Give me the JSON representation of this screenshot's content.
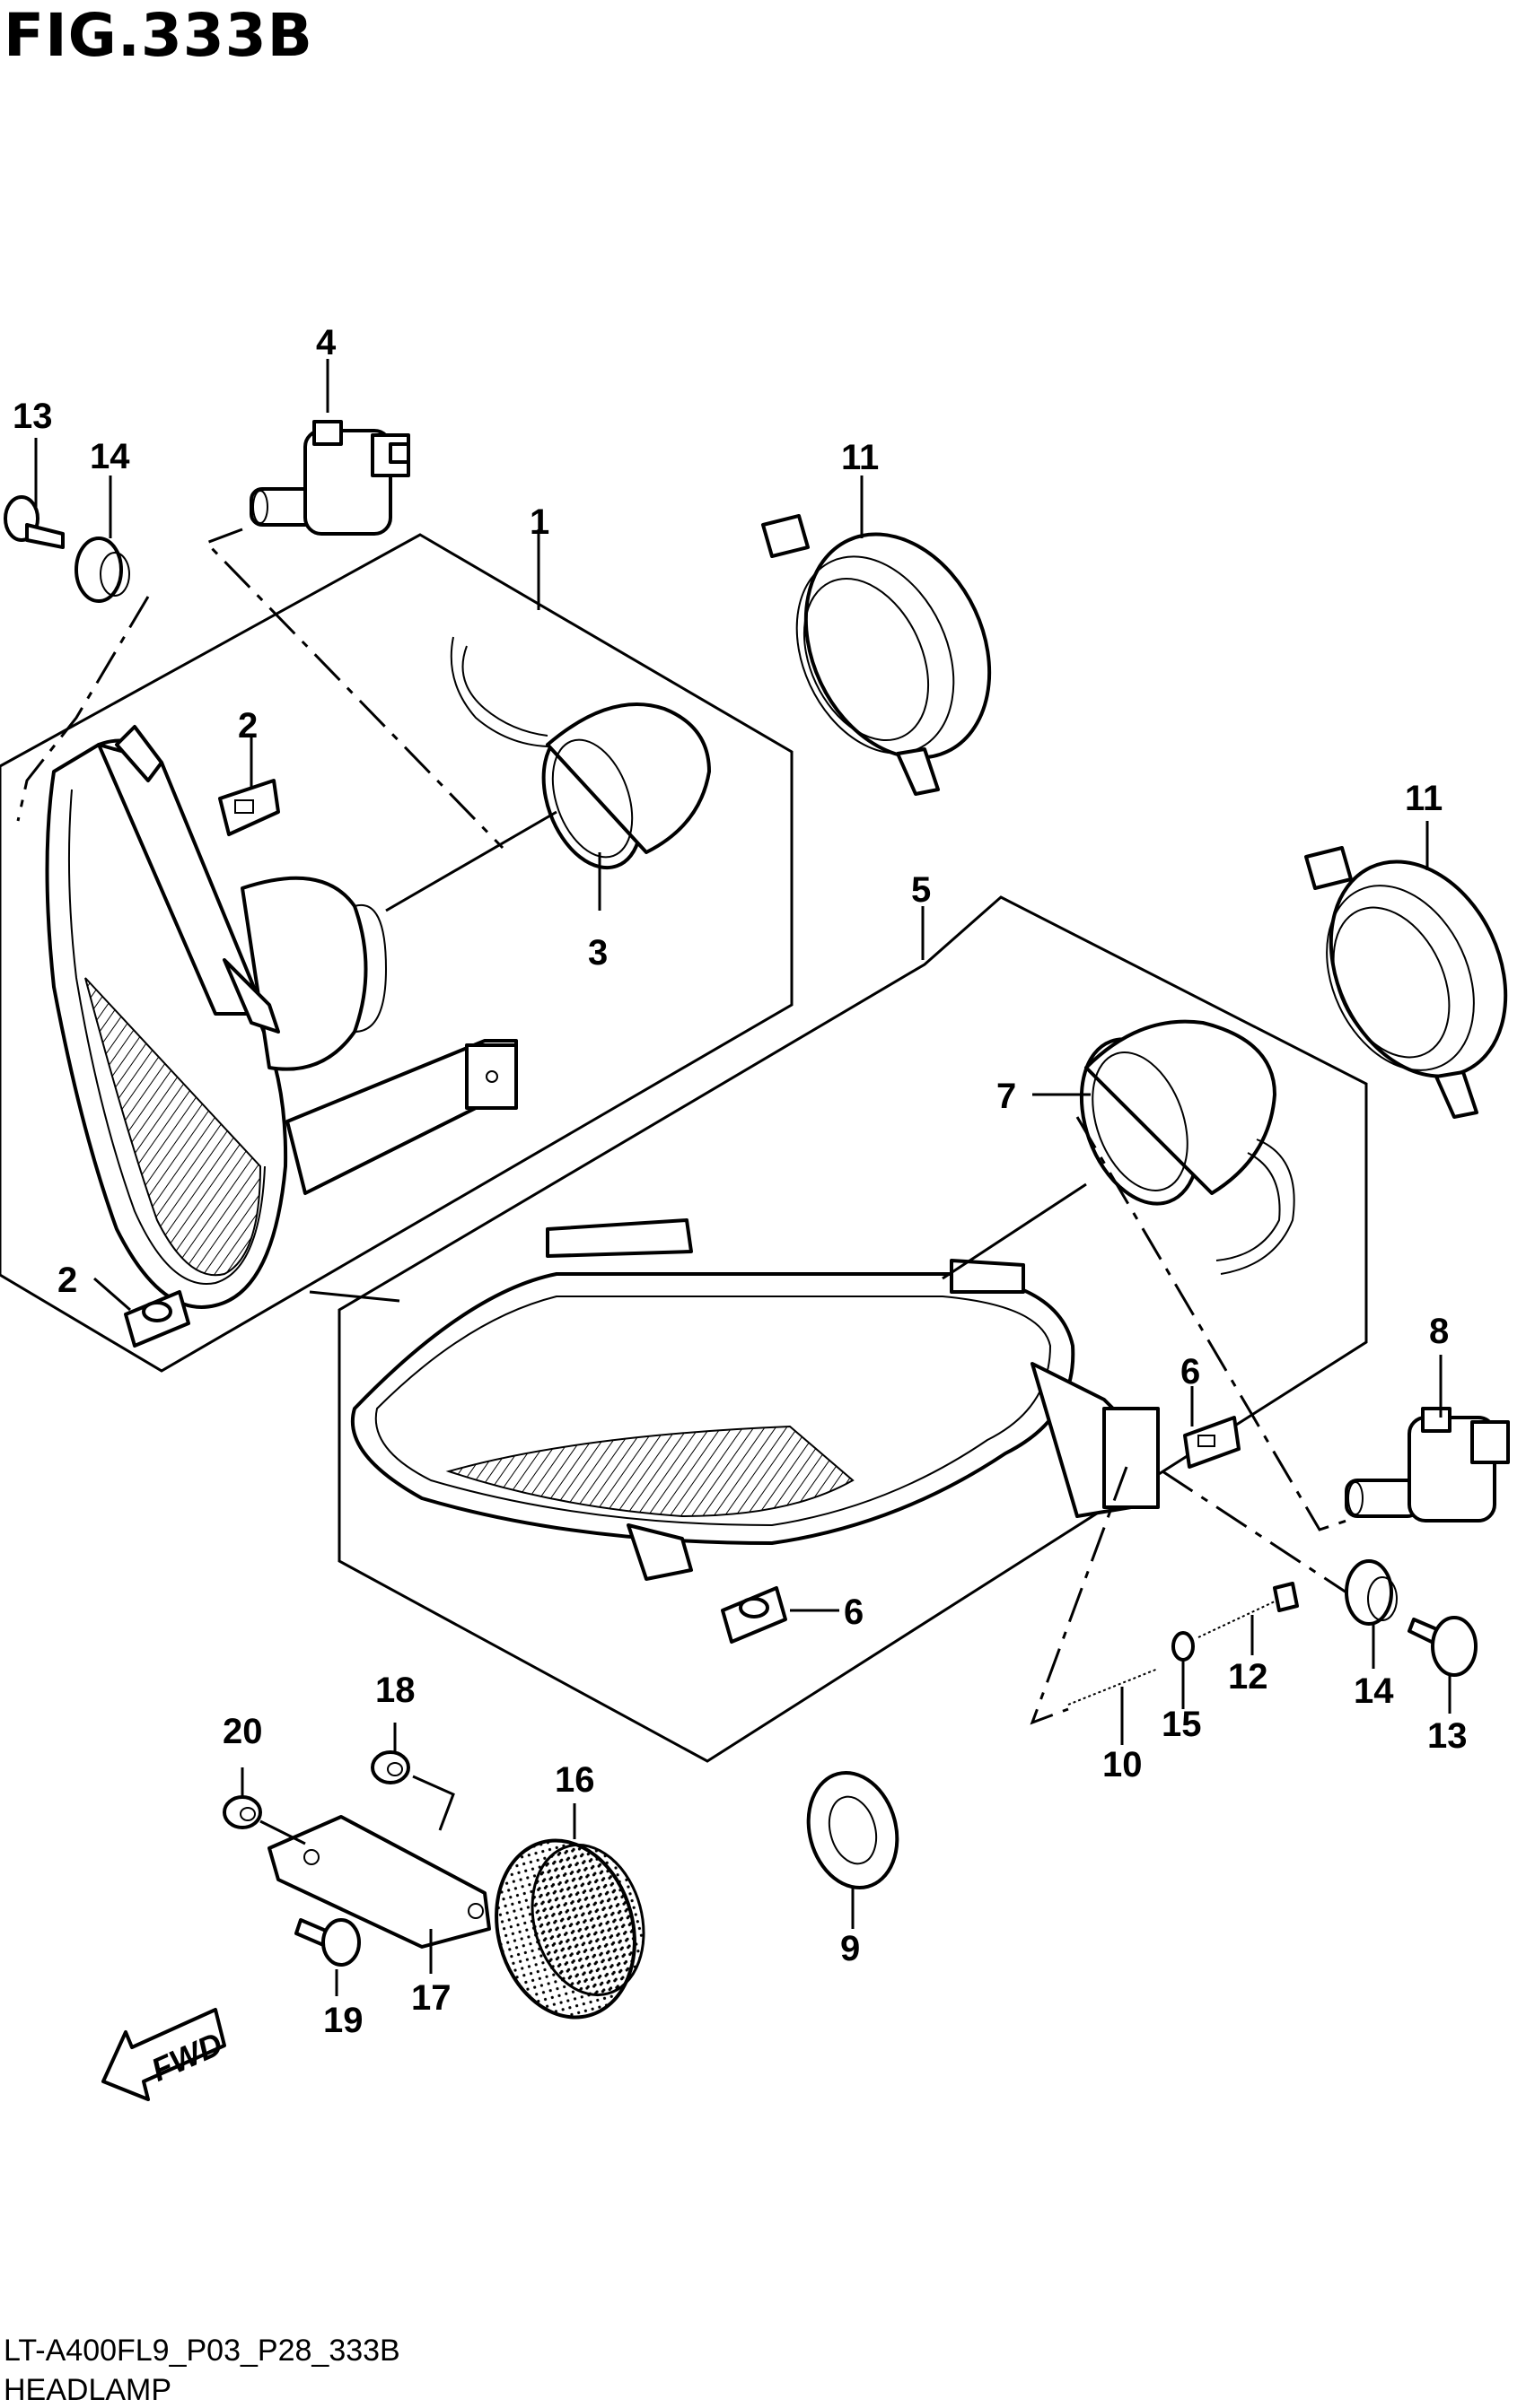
{
  "figure": {
    "title": "FIG.333B",
    "model_code": "LT-A400FL9_P03_P28_333B",
    "section_name": "HEADLAMP"
  },
  "arrow_label": "FWD",
  "callouts": [
    "1",
    "2",
    "2",
    "3",
    "4",
    "5",
    "6",
    "6",
    "7",
    "8",
    "9",
    "10",
    "11",
    "11",
    "12",
    "13",
    "13",
    "14",
    "14",
    "15",
    "16",
    "17",
    "18",
    "19",
    "20"
  ]
}
